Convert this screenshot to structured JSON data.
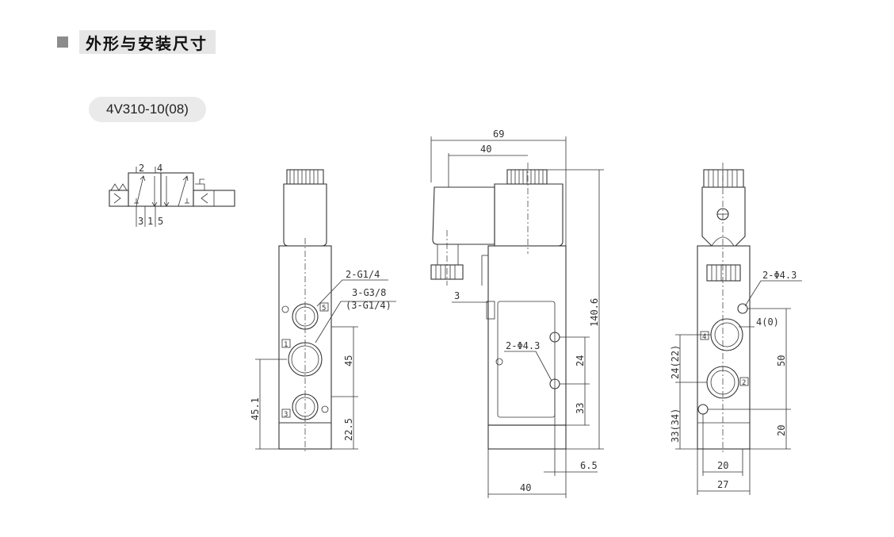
{
  "header": {
    "title": "外形与安装尺寸"
  },
  "model": {
    "name": "4V310-10(08)"
  },
  "symbol": {
    "port_top_left": "2",
    "port_top_right": "4",
    "port_bottom_left": "3",
    "port_bottom_mid": "1",
    "port_bottom_right": "5"
  },
  "front_view": {
    "label_ports_out": "2-G1/4",
    "label_ports_in": "3-G3/8",
    "label_ports_in_alt": "(3-G1/4)",
    "dim_45": "45",
    "dim_22_5": "22.5",
    "dim_45_1": "45.1",
    "marker_5": "5",
    "marker_1": "1",
    "marker_3": "3"
  },
  "side_view": {
    "dim_69": "69",
    "dim_40_top": "40",
    "dim_140_6": "140.6",
    "dim_3": "3",
    "label_holes": "2-Φ4.3",
    "dim_24": "24",
    "dim_33": "33",
    "dim_6_5": "6.5",
    "dim_40_bottom": "40"
  },
  "end_view": {
    "label_holes": "2-Φ4.3",
    "dim_4": "4(0)",
    "dim_50": "50",
    "dim_24": "24(22)",
    "dim_33": "33(34)",
    "dim_20_right": "20",
    "dim_20_bottom": "20",
    "dim_27": "27",
    "marker_4": "4",
    "marker_2": "2"
  }
}
